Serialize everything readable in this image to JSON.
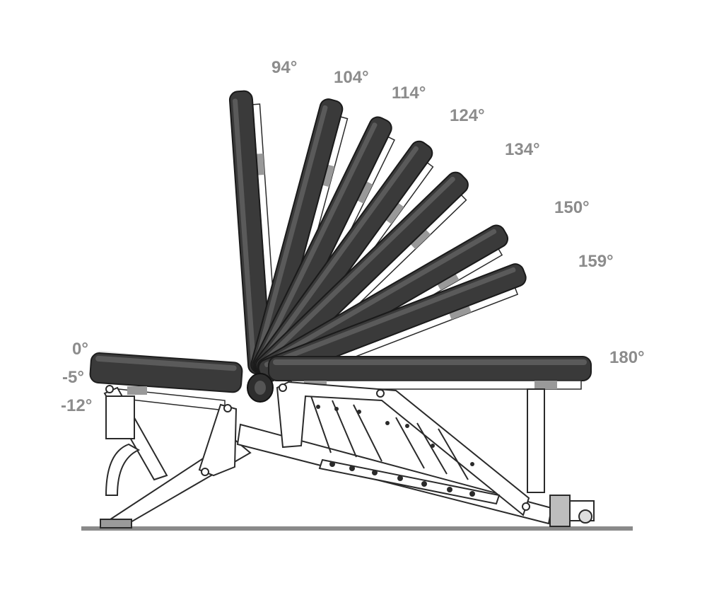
{
  "figure": {
    "description_colors": {
      "pad": "#3a3a3a",
      "pad_highlight": "#5a5a5a",
      "frame_stroke": "#2a2a2a",
      "label": "#8c8c8c",
      "floor": "#8a8a8a"
    },
    "back_angles": [
      {
        "value": 94,
        "text": "94°"
      },
      {
        "value": 104,
        "text": "104°"
      },
      {
        "value": 114,
        "text": "114°"
      },
      {
        "value": 124,
        "text": "124°"
      },
      {
        "value": 134,
        "text": "134°"
      },
      {
        "value": 150,
        "text": "150°"
      },
      {
        "value": 159,
        "text": "159°"
      },
      {
        "value": 180,
        "text": "180°"
      }
    ],
    "seat_angles": [
      {
        "value": 0,
        "text": "0°"
      },
      {
        "value": -5,
        "text": "-5°"
      },
      {
        "value": -12,
        "text": "-12°"
      }
    ]
  }
}
